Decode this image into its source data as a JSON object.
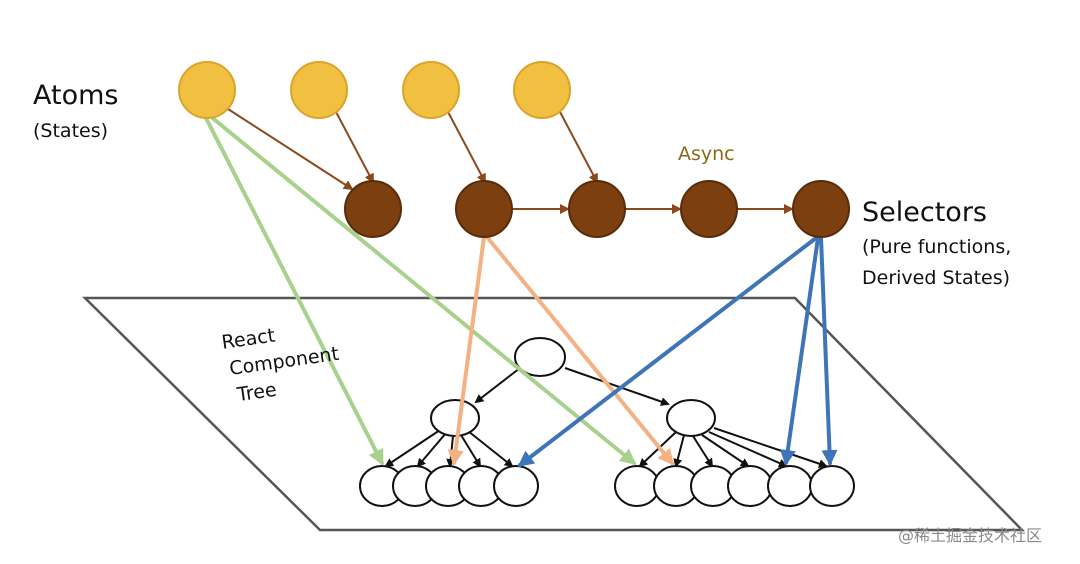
{
  "labels": {
    "atoms_title": "Atoms",
    "atoms_subtitle": "(States)",
    "selectors_title": "Selectors",
    "selectors_line1": "(Pure functions,",
    "selectors_line2": "Derived States)",
    "async": "Async",
    "react_line1": "React",
    "react_line2": "Component",
    "react_line3": "Tree"
  },
  "watermark": "@稀土掘金技术社区",
  "colors": {
    "atom_fill": "#F2C040",
    "atom_stroke": "#D9A42A",
    "selector_fill": "#7B3F10",
    "selector_stroke": "#5A2C08",
    "atom_to_selector_arrow": "#8B4A1C",
    "selector_chain_arrow": "#8B4A1C",
    "atom_to_component_arrow": "#A9D18E",
    "selector_to_component_orange": "#F4B183",
    "selector_to_component_blue": "#3E74B8",
    "async_text": "#8B6914",
    "tree_stroke": "#111111",
    "plane_stroke": "#555555"
  },
  "nodes": {
    "atoms": [
      "atom-1",
      "atom-2",
      "atom-3",
      "atom-4"
    ],
    "selectors": [
      "selector-1",
      "selector-2",
      "selector-3",
      "selector-4",
      "selector-5"
    ]
  }
}
